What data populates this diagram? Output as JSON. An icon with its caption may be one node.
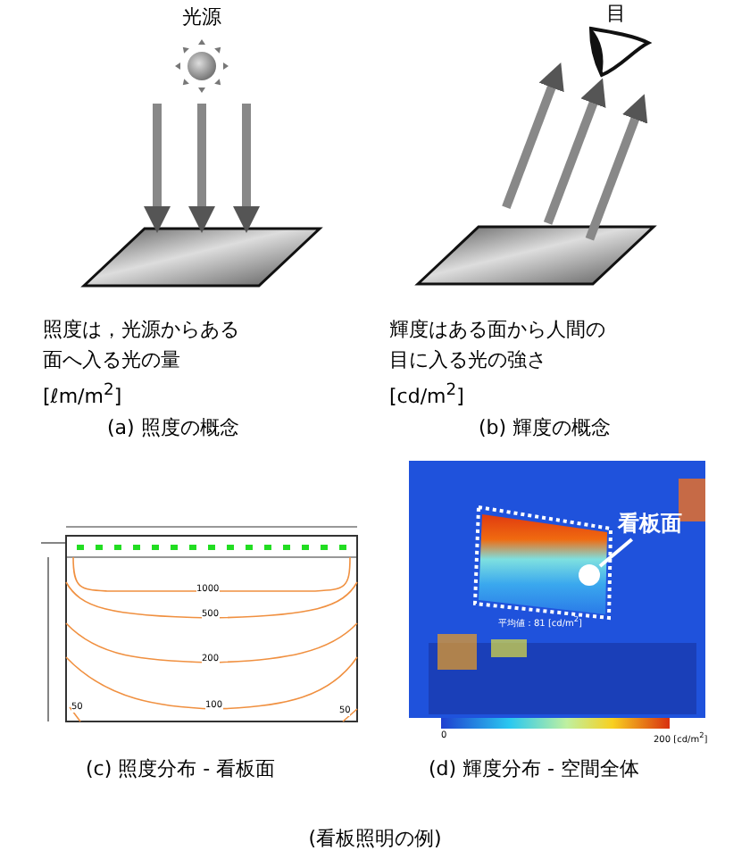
{
  "diagram": {
    "caption": "(看板照明の例)",
    "nodes": [
      {
        "text": [
          "光源"
        ]
      },
      {
        "text": [],
        "shape": "box",
        "beside": [
          "照度は，光源からある面へ入る光の量[ℓm/m$^{2}$]"
        ]
      },
      {
        "text": [
          "目"
        ]
      },
      {
        "text": [],
        "shape": "box",
        "beside": [
          "輝度はある面から人間の目に入る光の強さ[cd/m$^{2}$]"
        ]
      },
      {
        "text": [
          "看板面"
        ]
      },
      {
        "text": [],
        "shape": "circle",
        "beside": [
          "平均値：81 [cd/m$^{2}$]"
        ]
      }
    ],
    "edges": [
      {
        "from": 0,
        "to": 1,
        "arrow": "to"
      },
      {
        "from": 0,
        "to": 1,
        "arrow": "to"
      },
      {
        "from": 0,
        "to": 1,
        "arrow": "to"
      },
      {
        "from": 3,
        "to": 2,
        "arrow": "to"
      },
      {
        "from": 3,
        "to": 2,
        "arrow": "to"
      },
      {
        "from": 3,
        "to": 2,
        "arrow": "to"
      },
      {
        "from": 4,
        "to": 5,
        "arrow": "none",
        "color": "#ffffff"
      }
    ],
    "labels": [
      "(a) 照度の概念",
      "(b) 輝度の概念",
      "1000",
      "500",
      "200",
      "100",
      "50",
      "50",
      "0",
      "200 [cd/m$^{2}$]",
      "(c) 照度分布 - 看板面",
      "(d) 輝度分布 - 空間全体"
    ]
  }
}
